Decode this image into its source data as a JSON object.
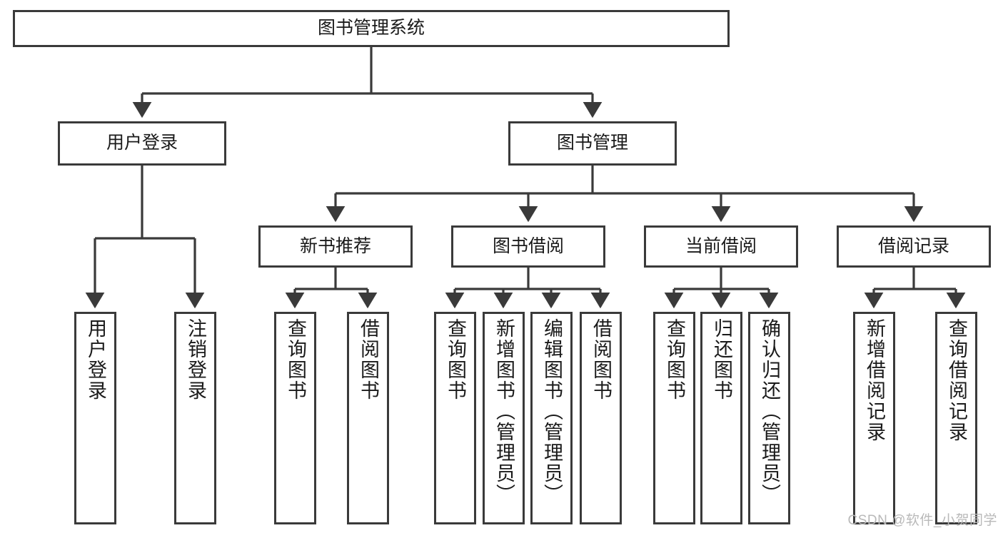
{
  "diagram": {
    "title": "图书管理系统",
    "type": "tree-hierarchy",
    "watermark": "CSDN @软件_小贺同学",
    "colors": {
      "box_border": "#3a3a3a",
      "box_fill": "#ffffff",
      "edge": "#3a3a3a",
      "text": "#1a1a1a",
      "watermark": "#b9b9b9"
    },
    "levels": {
      "root": {
        "label": "图书管理系统"
      },
      "level2": [
        {
          "id": "user-login",
          "label": "用户登录"
        },
        {
          "id": "book-manage",
          "label": "图书管理"
        }
      ],
      "level3": [
        {
          "id": "new-book-recommend",
          "label": "新书推荐"
        },
        {
          "id": "book-borrow",
          "label": "图书借阅"
        },
        {
          "id": "current-borrow",
          "label": "当前借阅"
        },
        {
          "id": "borrow-record",
          "label": "借阅记录"
        }
      ],
      "level4": {
        "user_login_children": [
          {
            "id": "leaf-user-login",
            "label": "用户登录"
          },
          {
            "id": "leaf-logout",
            "label": "注销登录"
          }
        ],
        "new_book_recommend_children": [
          {
            "id": "leaf-query-book-1",
            "label": "查询图书"
          },
          {
            "id": "leaf-borrow-book-1",
            "label": "借阅图书"
          }
        ],
        "book_borrow_children": [
          {
            "id": "leaf-query-book-2",
            "label": "查询图书"
          },
          {
            "id": "leaf-add-book",
            "label": "新增图书（管理员）"
          },
          {
            "id": "leaf-edit-book",
            "label": "编辑图书（管理员）"
          },
          {
            "id": "leaf-borrow-book-2",
            "label": "借阅图书"
          }
        ],
        "current_borrow_children": [
          {
            "id": "leaf-query-book-3",
            "label": "查询图书"
          },
          {
            "id": "leaf-return-book",
            "label": "归还图书"
          },
          {
            "id": "leaf-confirm-return",
            "label": "确认归还（管理员）"
          }
        ],
        "borrow_record_children": [
          {
            "id": "leaf-add-record",
            "label": "新增借阅记录"
          },
          {
            "id": "leaf-query-record",
            "label": "查询借阅记录"
          }
        ]
      }
    }
  }
}
